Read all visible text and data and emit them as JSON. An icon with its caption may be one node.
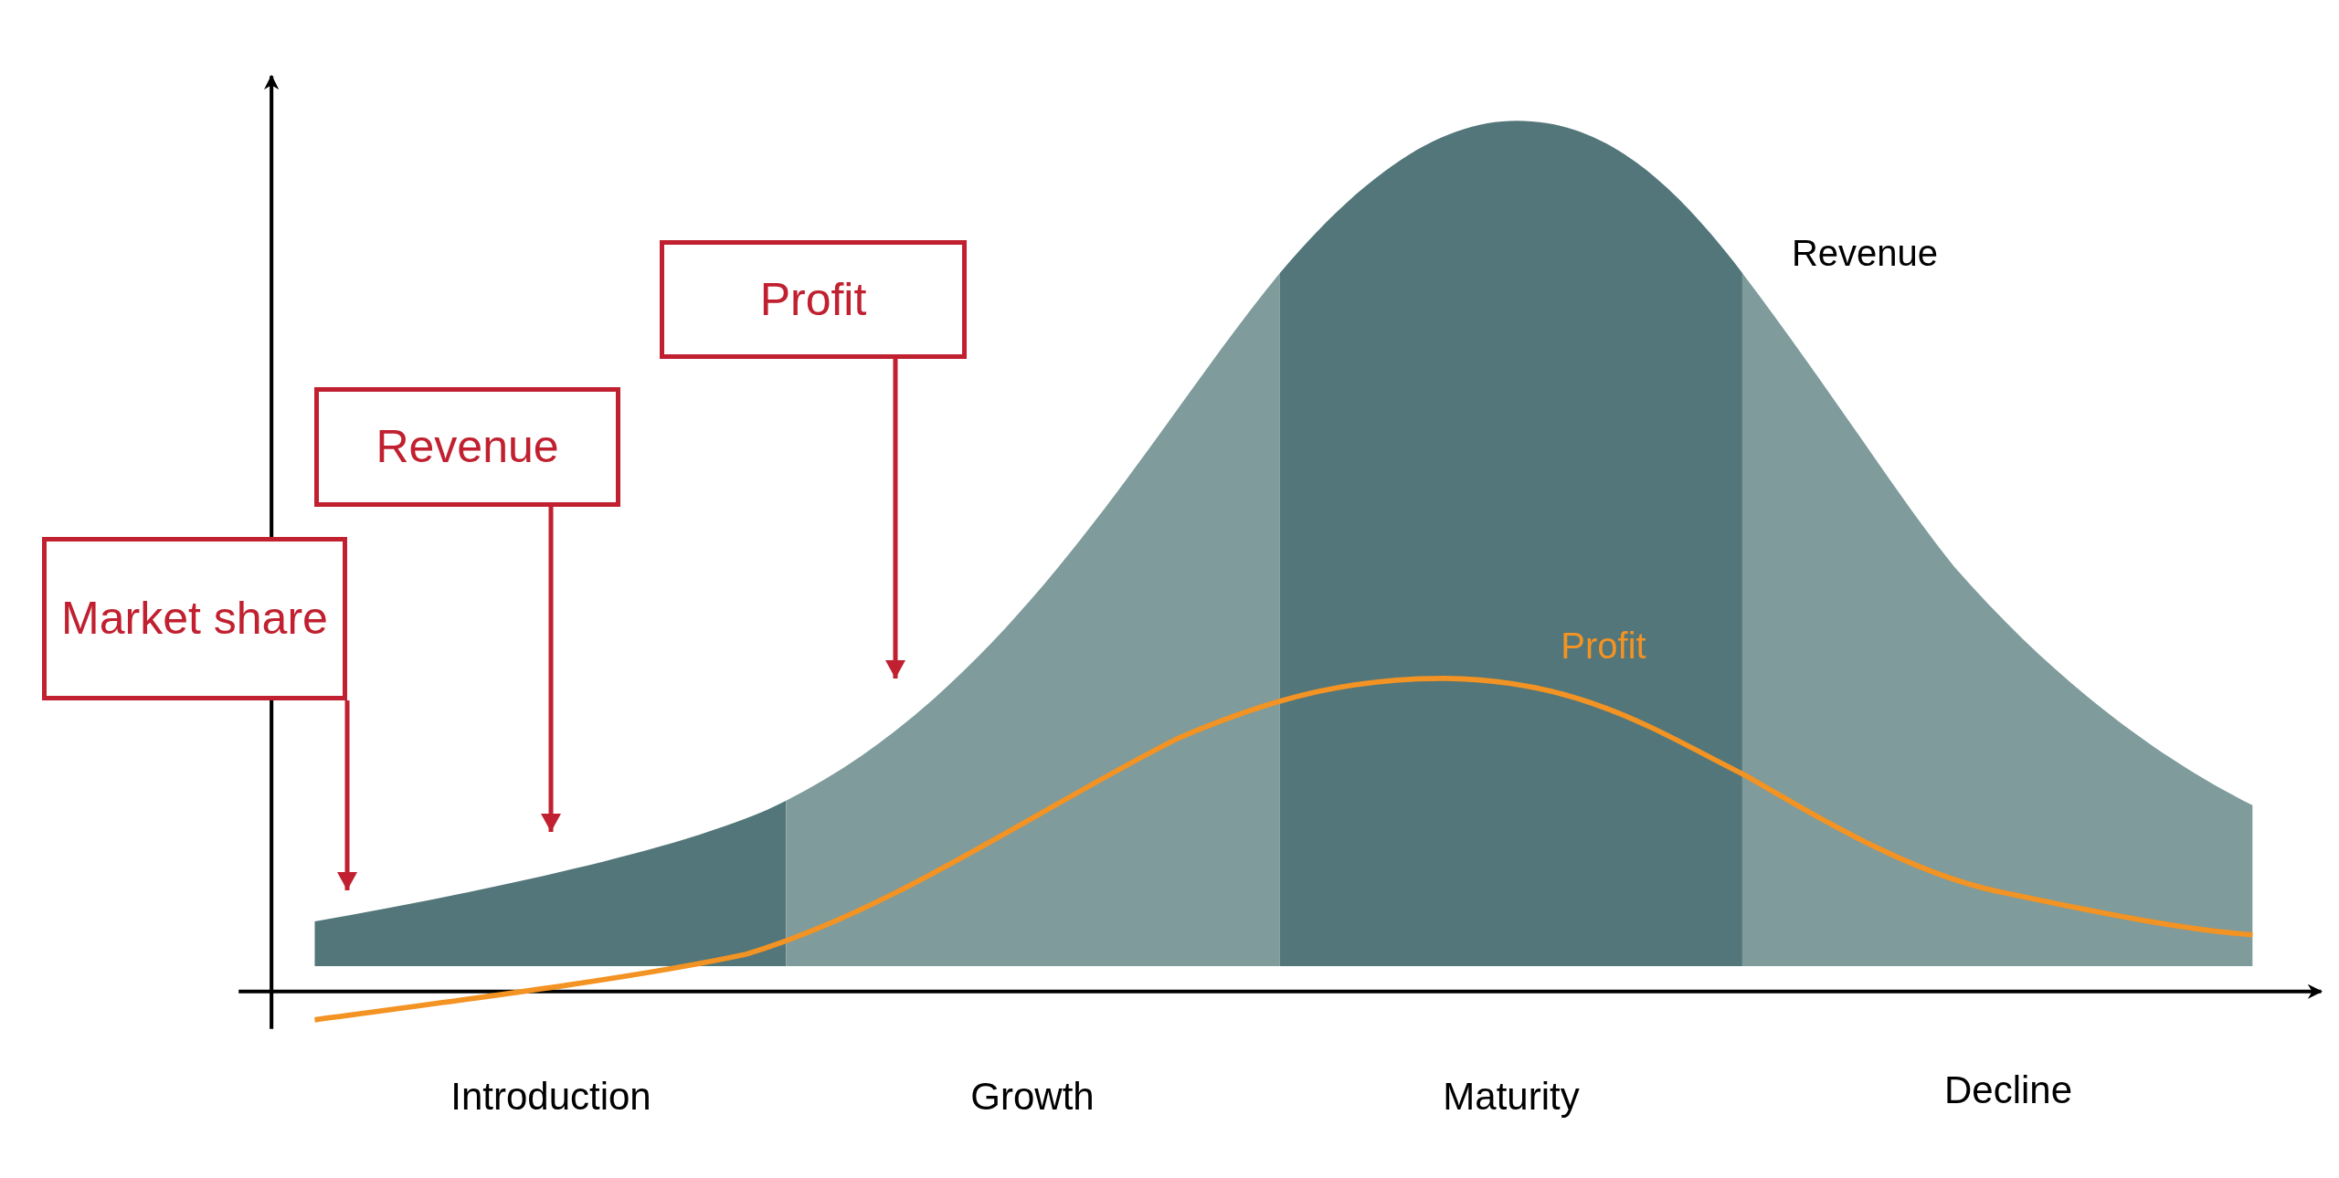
{
  "diagram": {
    "nodes": [
      {
        "text": [
          "Market share"
        ]
      },
      {
        "text": [
          "Revenue"
        ]
      },
      {
        "text": [
          "Profit"
        ]
      }
    ],
    "edges": [
      {
        "from": 0,
        "to": null,
        "arrow": "to"
      },
      {
        "from": 1,
        "to": null,
        "arrow": "to"
      },
      {
        "from": 2,
        "to": null,
        "arrow": "to"
      }
    ],
    "labels": [
      "Revenue",
      "Profit",
      "Introduction",
      "Growth",
      "Maturity",
      "Decline"
    ]
  }
}
